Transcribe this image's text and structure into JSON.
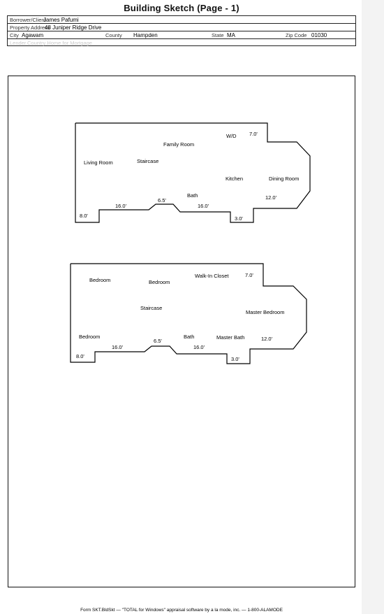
{
  "page": {
    "title": "Building Sketch (Page - 1)"
  },
  "header": {
    "borrower_label": "Borrower/Client",
    "borrower": "James Pafumi",
    "address_label": "Property Address",
    "address": "48 Juniper Ridge Drive",
    "city_label": "City",
    "city": "Agawam",
    "county_label": "County",
    "county": "Hampden",
    "state_label": "State",
    "state": "MA",
    "zip_label": "Zip Code",
    "zip": "01030",
    "lender_label": "Lender",
    "lender": "Country Home for Mortgage"
  },
  "floors": [
    {
      "rooms": [
        "Living Room",
        "Staircase",
        "Family Room",
        "W/D",
        "Kitchen",
        "Dining Room",
        "Bath"
      ],
      "dimensions": [
        "7.0'",
        "12.0'",
        "6.5'",
        "16.0'",
        "16.0'",
        "8.0'",
        "3.0'"
      ]
    },
    {
      "rooms": [
        "Bedroom",
        "Bedroom",
        "Walk-In Closet",
        "Staircase",
        "Master Bedroom",
        "Bedroom",
        "Bath",
        "Master Bath"
      ],
      "dimensions": [
        "7.0'",
        "12.0'",
        "6.5'",
        "16.0'",
        "16.0'",
        "8.0'",
        "3.0'"
      ]
    }
  ],
  "footer": {
    "text": "Form SKT.BldSkt — \"TOTAL for Windows\" appraisal software by a la mode, inc. — 1-800-ALAMODE"
  },
  "colors": {
    "line": "#000000",
    "background": "#ffffff"
  }
}
